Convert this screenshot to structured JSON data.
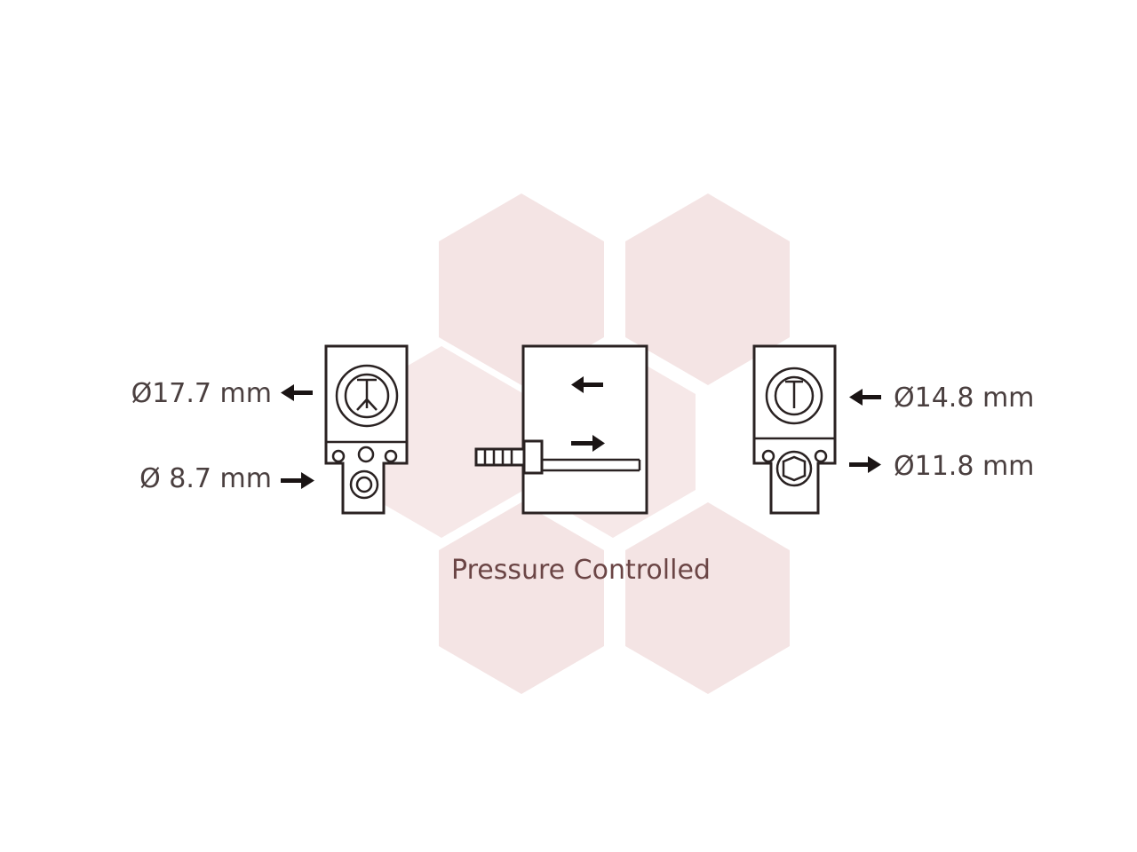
{
  "labels": {
    "left_top": "Ø17.7 mm",
    "left_bottom": "Ø 8.7 mm",
    "right_top": "Ø14.8 mm",
    "right_bottom": "Ø11.8 mm"
  },
  "caption": "Pressure Controlled",
  "colors": {
    "watermark": "#f2dede",
    "line": "#2a2222",
    "text": "#4a3f3f",
    "caption": "#6b4545"
  },
  "icons": {
    "watermark": "hexagon-logo",
    "arrows": "arrow-icon"
  }
}
